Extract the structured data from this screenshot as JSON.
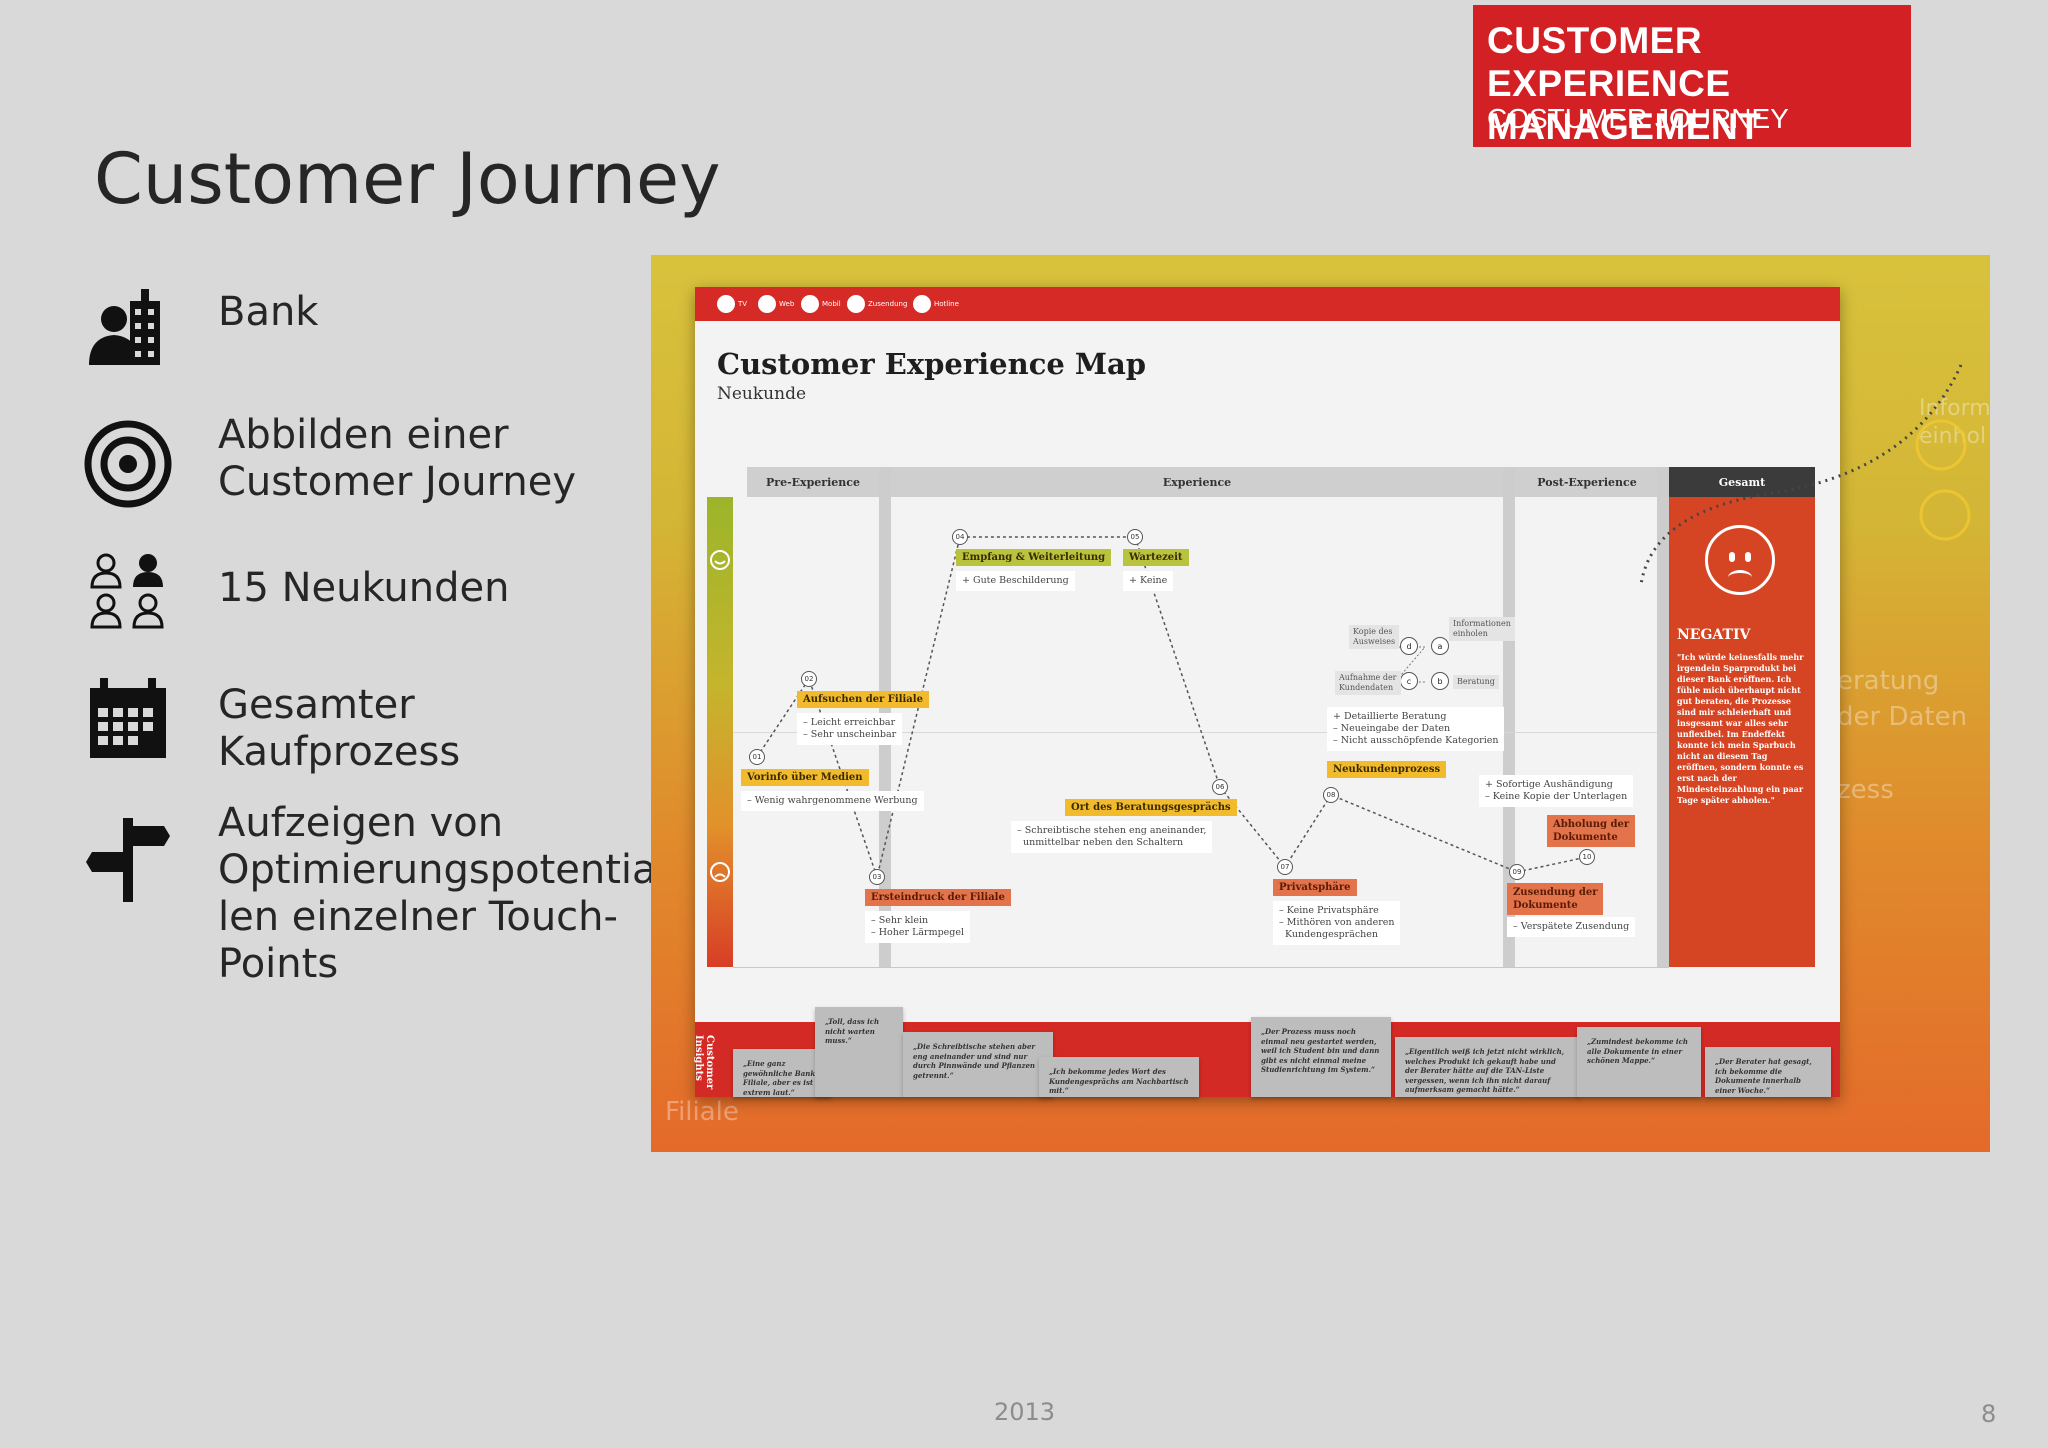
{
  "slide": {
    "title": "Customer Journey",
    "year": "2013",
    "page_number": "8",
    "bullets": [
      {
        "icon": "bank-person-icon",
        "text": "Bank"
      },
      {
        "icon": "target-icon",
        "text": "Abbilden einer\nCustomer Journey"
      },
      {
        "icon": "people-icon",
        "text": "15 Neukunden"
      },
      {
        "icon": "calendar-icon",
        "text": "Gesamter Kaufprozess"
      },
      {
        "icon": "signpost-icon",
        "text": "Aufzeigen von\nOptimierungspotentia\nlen einzelner Touch-\nPoints"
      }
    ]
  },
  "map": {
    "title": "Customer Experience Map",
    "subtitle": "Neukunde",
    "badge_line1": "CUSTOMER EXPERIENCE",
    "badge_line2": "MANAGEMENT",
    "badge_line3": "COSTUMER JOURNEY",
    "channels": [
      "TV",
      "Web",
      "Mobil",
      "Zusendung",
      "Hotline"
    ],
    "phases": {
      "pre": "Pre-Experience",
      "exp": "Experience",
      "post": "Post-Experience",
      "total": "Gesamt"
    },
    "total_label": "NEGATIV",
    "total_quote": "\"Ich würde keinesfalls mehr irgendein Sparprodukt bei dieser Bank eröffnen. Ich fühle mich überhaupt nicht gut beraten, die Prozesse sind mir schleierhaft und insgesamt war alles sehr unflexibel. Im Endeffekt konnte ich mein Sparbuch nicht an diesem Tag eröffnen, sondern konnte es erst nach der Mindesteinzahlung ein paar Tage später abholen.\"",
    "touchpoints": {
      "t01": "Vorinfo über Medien",
      "t01_note": "– Wenig wahrgenommene Werbung",
      "t02": "Aufsuchen der Filiale",
      "t02_note": "– Leicht erreichbar\n– Sehr unscheinbar",
      "t03": "Ersteindruck der Filiale",
      "t03_note": "– Sehr klein\n– Hoher Lärmpegel",
      "t04": "Empfang & Weiterleitung",
      "t04_note": "+ Gute Beschilderung",
      "t05": "Wartezeit",
      "t05_note": "+ Keine",
      "t06": "Ort des Beratungsgesprächs",
      "t06_note": "– Schreibtische stehen eng aneinander,\n  unmittelbar neben den Schaltern",
      "t07": "Privatsphäre",
      "t07_note": "– Keine Privatsphäre\n– Mithören von anderen\n  Kundengesprächen",
      "t08": "Neukundenprozess",
      "t08_note": "+ Detaillierte Beratung\n– Neueingabe der Daten\n– Nicht ausschöpfende Kategorien",
      "t09": "Zusendung der\nDokumente",
      "t09_note": "– Verspätete Zusendung",
      "t10": "Abholung der\nDokumente",
      "t10_note": "+ Sofortige Aushändigung\n– Keine Kopie der Unterlagen",
      "sub_a": "Informationen\neinholen",
      "sub_b": "Beratung",
      "sub_c": "Aufnahme der\nKundendaten",
      "sub_d": "Kopie des\nAusweises"
    },
    "insights_label": "Customer Insights",
    "quotes": [
      "„Eine ganz gewöhnliche Bank Filiale, aber es ist extrem laut.“",
      "„Toll, dass ich nicht warten muss.“",
      "„Die Schreibtische stehen aber eng aneinander und sind nur durch Pinnwände und Pflanzen getrennt.“",
      "„Ich bekomme jedes Wort des Kundengesprächs am Nachbartisch mit.“",
      "„Der Prozess muss noch einmal neu gestartet werden, weil ich Student bin und dann gibt es nicht einmal meine Studienrichtung im System.“",
      "„Eigentlich weiß ich jetzt nicht wirklich, welches Produkt ich gekauft habe und der Berater hätte auf die TAN-Liste vergessen, wenn ich ihn nicht darauf aufmerksam gemacht hätte.“",
      "„Zumindest bekomme ich alle Dokumente in einer schönen Mappe.“",
      "„Der Berater hat gesagt, ich bekomme die Dokumente innerhalb einer Woche.“"
    ],
    "background_fragments": [
      "Inform\neinhol",
      "eratung\nder Daten",
      "zess",
      "Filiale"
    ]
  },
  "colors": {
    "accent_red": "#d62a27",
    "tp_yellow": "#f2bb2e",
    "tp_green": "#b9c43e",
    "tp_orange": "#e2734a"
  }
}
